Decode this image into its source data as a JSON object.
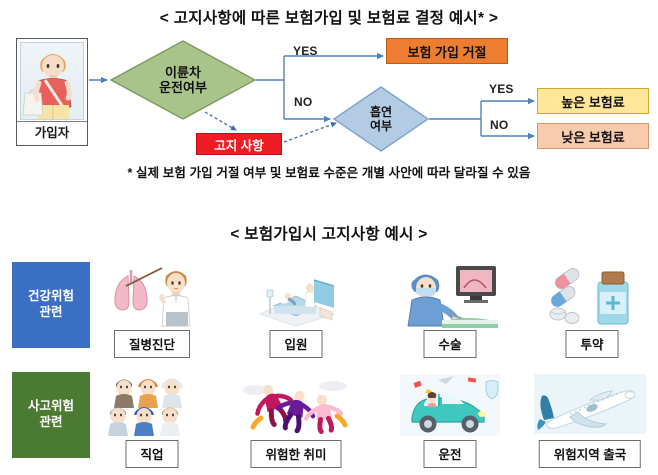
{
  "flowchart": {
    "title": "< 고지사항에 따른 보험가입 및 보험료 결정 예시* >",
    "subscriber": {
      "label": "가입자",
      "icon": "person-with-bag-illustration"
    },
    "nodes": {
      "motorcycle_line1": "이륜차",
      "motorcycle_line2": "운전여부",
      "smoking_line1": "흡연",
      "smoking_line2": "여부",
      "notice": "고지 사항"
    },
    "branch_labels": {
      "yes_1": "YES",
      "no_1": "NO",
      "yes_2": "YES",
      "no_2": "NO"
    },
    "results": {
      "reject": "보험 가입 거절",
      "high_premium": "높은 보험료",
      "low_premium": "낮은 보험료"
    },
    "footnote": "* 실제 보험 가입 거절 여부 및 보험료 수준은 개별 사안에 따라 달라질 수 있음",
    "colors": {
      "arrow": "#4f81bd",
      "motorcycle_fill": "#a8c48a",
      "smoking_fill": "#b3cce4",
      "reject_fill": "#ed7d31",
      "high_fill": "#ffe699",
      "low_fill": "#f8cbad",
      "notice_fill": "#ee1c25"
    }
  },
  "grid": {
    "title": "< 보험가입시 고지사항 예시 >",
    "categories": [
      {
        "name": "health-risk",
        "label_line1": "건강위험",
        "label_line2": "관련",
        "color": "#3b6fc4",
        "items": [
          {
            "caption": "질병진단",
            "icon": "lungs-and-doctor-icon"
          },
          {
            "caption": "입원",
            "icon": "hospital-bed-icon"
          },
          {
            "caption": "수술",
            "icon": "surgeon-operating-icon"
          },
          {
            "caption": "투약",
            "icon": "pills-and-medicine-bottle-icon"
          }
        ]
      },
      {
        "name": "accident-risk",
        "label_line1": "사고위험",
        "label_line2": "관련",
        "color": "#4b7a32",
        "items": [
          {
            "caption": "직업",
            "icon": "workers-group-icon"
          },
          {
            "caption": "위험한 취미",
            "icon": "skydivers-icon"
          },
          {
            "caption": "운전",
            "icon": "car-driving-icon"
          },
          {
            "caption": "위험지역 출국",
            "icon": "airplane-icon"
          }
        ]
      }
    ]
  }
}
